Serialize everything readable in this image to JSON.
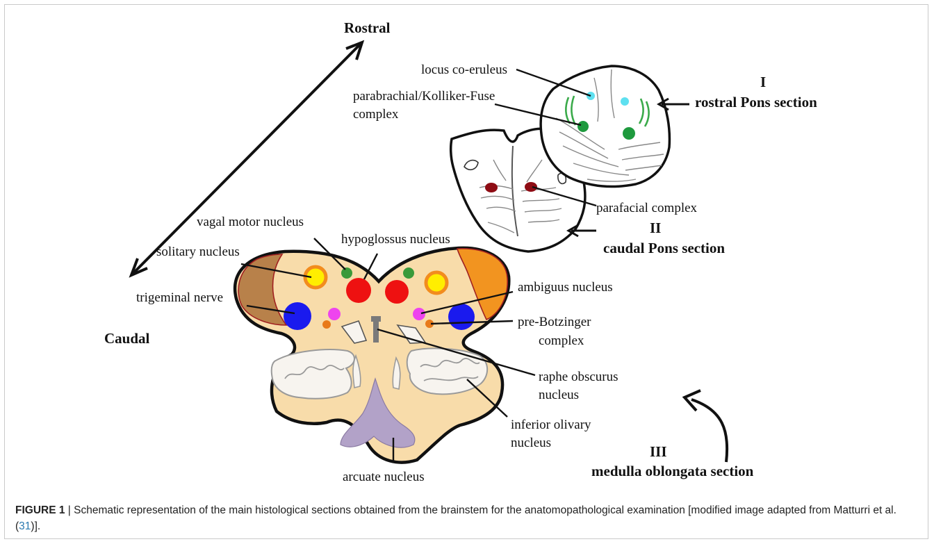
{
  "labels": {
    "rostral": "Rostral",
    "caudal": "Caudal",
    "locus": "locus co-eruleus",
    "parabrachial_1": "parabrachial/Kolliker-Fuse",
    "parabrachial_2": "complex",
    "section_1_num": "I",
    "section_1_name": "rostral Pons section",
    "parafacial": "parafacial complex",
    "section_2_num": "II",
    "section_2_name": "caudal Pons section",
    "vagal": "vagal motor nucleus",
    "hypoglossus": "hypoglossus nucleus",
    "solitary": "solitary nucleus",
    "trigeminal": "trigeminal nerve",
    "ambiguus": "ambiguus nucleus",
    "prebotz_1": "pre-Botzinger",
    "prebotz_2": "complex",
    "raphe_1": "raphe obscurus",
    "raphe_2": "nucleus",
    "olivary_1": "inferior olivary",
    "olivary_2": "nucleus",
    "arcuate": "arcuate nucleus",
    "section_3_num": "III",
    "section_3_name": "medulla oblongata section"
  },
  "caption": {
    "figure_label": "FIGURE 1",
    "separator": " | ",
    "text_main": "Schematic representation of the main histological sections obtained from the brainstem for the anatomopathological examination [modified image adapted from Matturri et al. (",
    "ref_number": "31",
    "text_end": ")]."
  },
  "colors": {
    "tissue": "#f8dcaa",
    "solitary_ring": "#f28c1e",
    "solitary_fill": "#ffee00",
    "hypoglossus": "#ee1111",
    "trigeminal": "#1a1aee",
    "vagal": "#3a9a3a",
    "ambiguus": "#ee44ee",
    "prebotzinger": "#e87a1a",
    "arcuate": "#b2a2c8",
    "locus": "#5ee0f0",
    "parabrachial": "#1e9a3e",
    "parafacial": "#8e0c14"
  }
}
